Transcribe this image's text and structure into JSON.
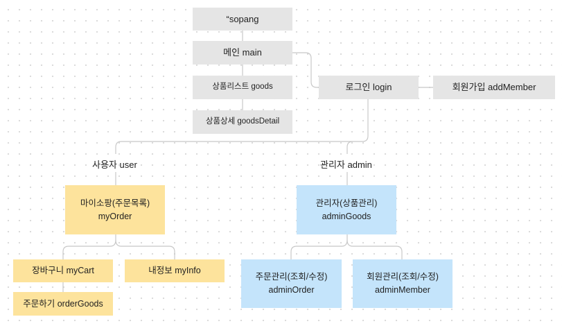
{
  "nodes": {
    "sopang": "“sopang",
    "main": "메인 main",
    "goods_list": "상품리스트 goods",
    "goods_detail": "상품상세 goodsDetail",
    "login": "로그인 login",
    "add_member": "회원가입 addMember",
    "user_label": "사용자 user",
    "admin_label": "관리자 admin",
    "my_order_line1": "마이소팡(주문목록)",
    "my_order_line2": "myOrder",
    "admin_goods_line1": "관리자(상품관리)",
    "admin_goods_line2": "adminGoods",
    "my_cart": "장바구니 myCart",
    "my_info": "내정보 myInfo",
    "order_goods": "주문하기 orderGoods",
    "admin_order_line1": "주문관리(조회/수정)",
    "admin_order_line2": "adminOrder",
    "admin_member_line1": "회원관리(조회/수정)",
    "admin_member_line2": "adminMember"
  },
  "colors": {
    "page_node": "#e5e5e5",
    "user_node": "#fde39c",
    "admin_node": "#c4e4fb",
    "connector": "#c8c8c8"
  }
}
